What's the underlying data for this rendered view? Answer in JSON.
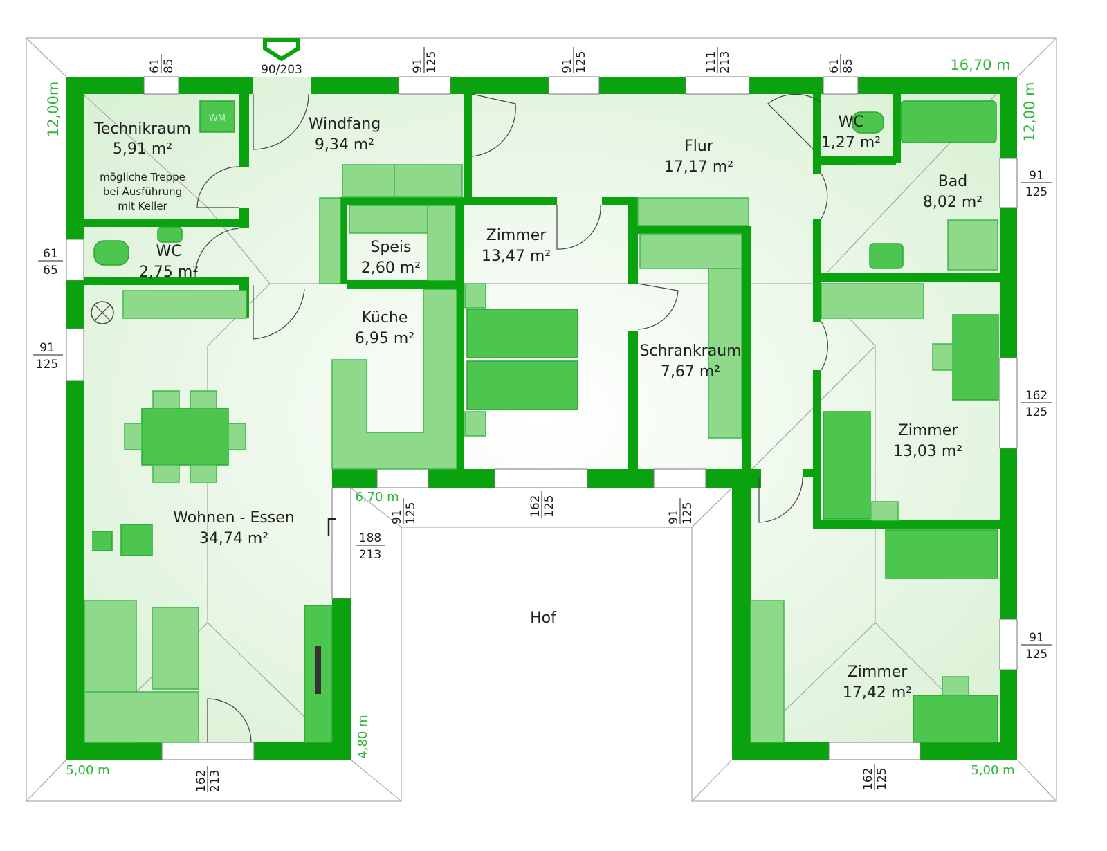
{
  "colors": {
    "wall": "#0aa30f",
    "floor": "#e9f7e6",
    "furniture": "#8fd98a",
    "furniture_dark": "#4cc64f",
    "outer_dimension_text": "#2fb53a"
  },
  "rooms": {
    "technikraum": {
      "name": "Technikraum",
      "area": "5,91 m²",
      "note": [
        "mögliche Treppe",
        "bei Ausführung",
        "mit Keller"
      ],
      "appliance": "WM"
    },
    "windfang": {
      "name": "Windfang",
      "area": "9,34 m²"
    },
    "flur": {
      "name": "Flur",
      "area": "17,17 m²"
    },
    "wc_small": {
      "name": "WC",
      "area": "1,27 m²"
    },
    "bad": {
      "name": "Bad",
      "area": "8,02 m²"
    },
    "wc_left": {
      "name": "WC",
      "area": "2,75 m²"
    },
    "speis": {
      "name": "Speis",
      "area": "2,60 m²"
    },
    "zimmer_1": {
      "name": "Zimmer",
      "area": "13,47 m²"
    },
    "kueche": {
      "name": "Küche",
      "area": "6,95 m²"
    },
    "schrankraum": {
      "name": "Schrankraum",
      "area": "7,67 m²"
    },
    "zimmer_2": {
      "name": "Zimmer",
      "area": "13,03 m²"
    },
    "wohnen": {
      "name": "Wohnen - Essen",
      "area": "34,74 m²"
    },
    "hof": {
      "name": "Hof"
    },
    "zimmer_3": {
      "name": "Zimmer",
      "area": "17,42 m²"
    }
  },
  "openings": {
    "top_1": [
      "61",
      "85"
    ],
    "door_main": "90/203",
    "top_2": [
      "91",
      "125"
    ],
    "top_3": [
      "91",
      "125"
    ],
    "top_4": [
      "111",
      "213"
    ],
    "top_5": [
      "61",
      "85"
    ],
    "left_1": [
      "61",
      "65"
    ],
    "left_2": [
      "91",
      "125"
    ],
    "right_1": [
      "91",
      "125"
    ],
    "right_2": [
      "162",
      "125"
    ],
    "right_3": [
      "91",
      "125"
    ],
    "court_1": [
      "91",
      "125"
    ],
    "court_2": [
      "162",
      "125"
    ],
    "court_3": [
      "91",
      "125"
    ],
    "court_door": [
      "188",
      "213"
    ],
    "bottom_1": [
      "162",
      "213"
    ],
    "bottom_2": [
      "162",
      "125"
    ]
  },
  "outer_dimensions": {
    "total_width": "16,70 m",
    "total_depth_left": "12,00m",
    "total_depth_right": "12,00 m",
    "wing_left": "5,00 m",
    "wing_right": "5,00 m",
    "court_width": "6,70 m",
    "court_depth": "4,80 m"
  }
}
